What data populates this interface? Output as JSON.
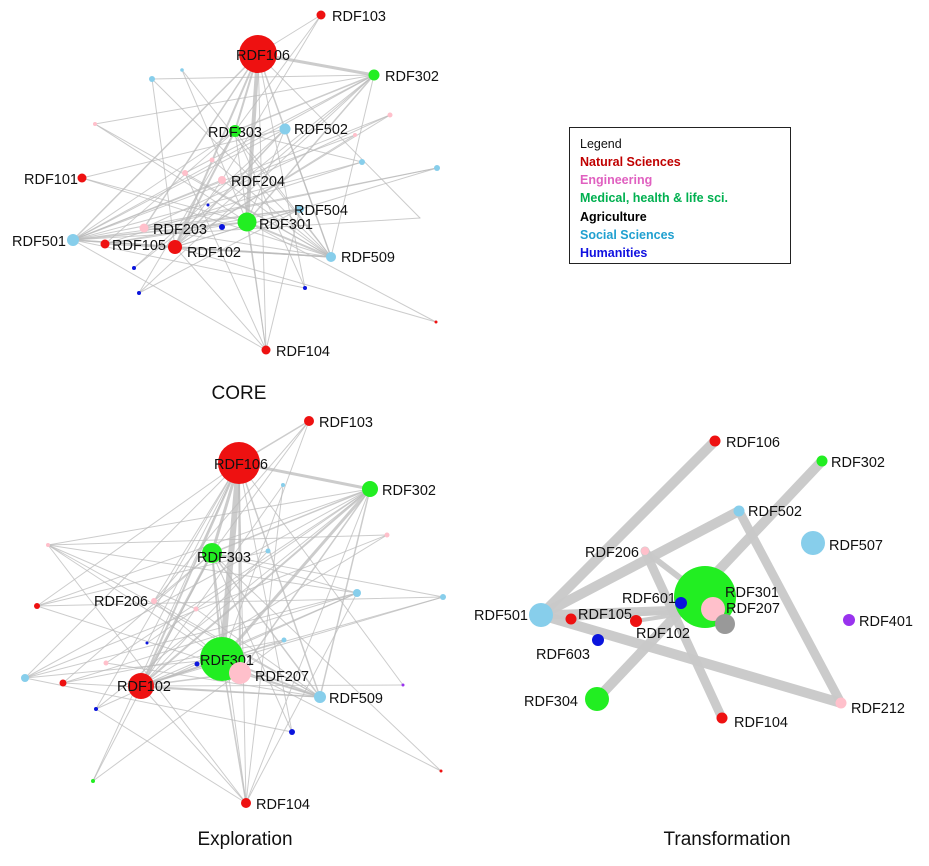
{
  "panels": {
    "core": {
      "title": "CORE",
      "nodes": [
        {
          "id": "RDF103",
          "label": "RDF103",
          "color": "#ee1111"
        },
        {
          "id": "RDF106",
          "label": "RDF106",
          "color": "#ee1111"
        },
        {
          "id": "RDF302",
          "label": "RDF302",
          "color": "#22ee22"
        },
        {
          "id": "RDF303",
          "label": "RDF303",
          "color": "#22ee22"
        },
        {
          "id": "RDF502",
          "label": "RDF502",
          "color": "#87ceeb"
        },
        {
          "id": "RDF101",
          "label": "RDF101",
          "color": "#ee1111"
        },
        {
          "id": "RDF204",
          "label": "RDF204",
          "color": "#ffc0cb"
        },
        {
          "id": "RDF504",
          "label": "RDF504",
          "color": "#87ceeb"
        },
        {
          "id": "RDF203",
          "label": "RDF203",
          "color": "#ffc0cb"
        },
        {
          "id": "RDF301",
          "label": "RDF301",
          "color": "#22ee22"
        },
        {
          "id": "RDF501",
          "label": "RDF501",
          "color": "#87ceeb"
        },
        {
          "id": "RDF105",
          "label": "RDF105",
          "color": "#ee1111"
        },
        {
          "id": "RDF102",
          "label": "RDF102",
          "color": "#ee1111"
        },
        {
          "id": "RDF509",
          "label": "RDF509",
          "color": "#87ceeb"
        },
        {
          "id": "RDF104",
          "label": "RDF104",
          "color": "#ee1111"
        }
      ]
    },
    "exploration": {
      "title": "Exploration",
      "nodes": [
        {
          "id": "RDF103",
          "label": "RDF103",
          "color": "#ee1111"
        },
        {
          "id": "RDF106",
          "label": "RDF106",
          "color": "#ee1111"
        },
        {
          "id": "RDF302",
          "label": "RDF302",
          "color": "#22ee22"
        },
        {
          "id": "RDF303",
          "label": "RDF303",
          "color": "#22ee22"
        },
        {
          "id": "RDF206",
          "label": "RDF206",
          "color": "#ffc0cb"
        },
        {
          "id": "RDF301",
          "label": "RDF301",
          "color": "#22ee22"
        },
        {
          "id": "RDF207",
          "label": "RDF207",
          "color": "#ffc0cb"
        },
        {
          "id": "RDF102",
          "label": "RDF102",
          "color": "#ee1111"
        },
        {
          "id": "RDF509",
          "label": "RDF509",
          "color": "#87ceeb"
        },
        {
          "id": "RDF104",
          "label": "RDF104",
          "color": "#ee1111"
        }
      ]
    },
    "transformation": {
      "title": "Transformation",
      "nodes": [
        {
          "id": "RDF106",
          "label": "RDF106",
          "color": "#ee1111"
        },
        {
          "id": "RDF302",
          "label": "RDF302",
          "color": "#22ee22"
        },
        {
          "id": "RDF502",
          "label": "RDF502",
          "color": "#87ceeb"
        },
        {
          "id": "RDF507",
          "label": "RDF507",
          "color": "#87ceeb"
        },
        {
          "id": "RDF206",
          "label": "RDF206",
          "color": "#ffc0cb"
        },
        {
          "id": "RDF301",
          "label": "RDF301",
          "color": "#22ee22"
        },
        {
          "id": "RDF601",
          "label": "RDF601",
          "color": "#0a14dd"
        },
        {
          "id": "RDF207",
          "label": "RDF207",
          "color": "#ffc0cb"
        },
        {
          "id": "RDF401",
          "label": "RDF401",
          "color": "#9933ee"
        },
        {
          "id": "RDF501",
          "label": "RDF501",
          "color": "#87ceeb"
        },
        {
          "id": "RDF105",
          "label": "RDF105",
          "color": "#ee1111"
        },
        {
          "id": "RDF102",
          "label": "RDF102",
          "color": "#ee1111"
        },
        {
          "id": "RDF603",
          "label": "RDF603",
          "color": "#0a14dd"
        },
        {
          "id": "RDF304",
          "label": "RDF304",
          "color": "#22ee22"
        },
        {
          "id": "RDF104",
          "label": "RDF104",
          "color": "#ee1111"
        },
        {
          "id": "RDF212",
          "label": "RDF212",
          "color": "#ffc0cb"
        },
        {
          "id": "unlabeled-grey",
          "label": "",
          "color": "#999999"
        }
      ]
    }
  },
  "legend": {
    "title": "Legend",
    "entries": [
      {
        "label": "Natural Sciences",
        "color": "#c00000"
      },
      {
        "label": "Engineering",
        "color": "#e060c0"
      },
      {
        "label": "Medical, health & life sci.",
        "color": "#00b050"
      },
      {
        "label": "Agriculture",
        "color": "#000000"
      },
      {
        "label": "Social Sciences",
        "color": "#20a0d0"
      },
      {
        "label": "Humanities",
        "color": "#1010e0"
      }
    ]
  },
  "colors": {
    "natural": "#ee1111",
    "engineering": "#ffc0cb",
    "medical": "#22ee22",
    "social": "#87ceeb",
    "humanities": "#0a14dd",
    "other": "#9933ee",
    "edge": "#bbbbbb"
  }
}
